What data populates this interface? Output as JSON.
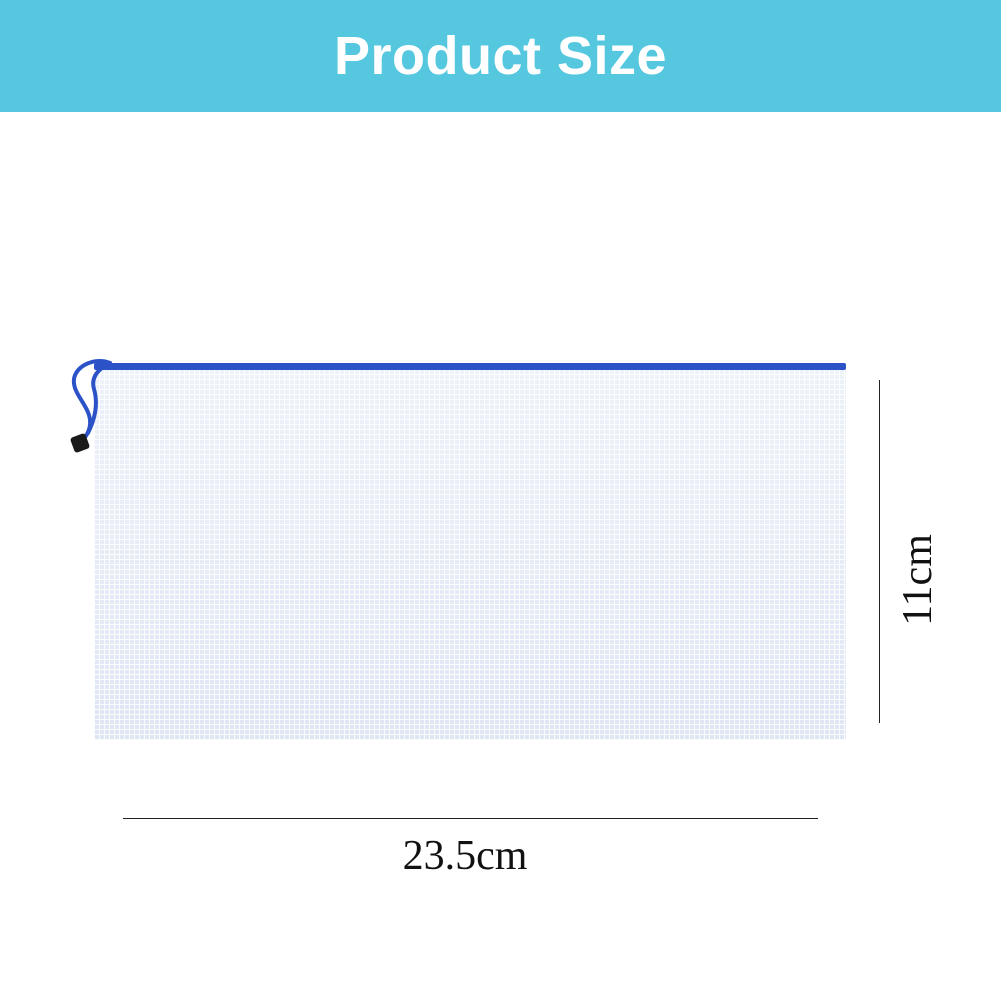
{
  "banner": {
    "title": "Product Size",
    "background_color": "#55c8df"
  },
  "product": {
    "zipper_color": "#2c52c8"
  },
  "dimensions": {
    "width_label": "23.5cm",
    "height_label": "11cm"
  }
}
